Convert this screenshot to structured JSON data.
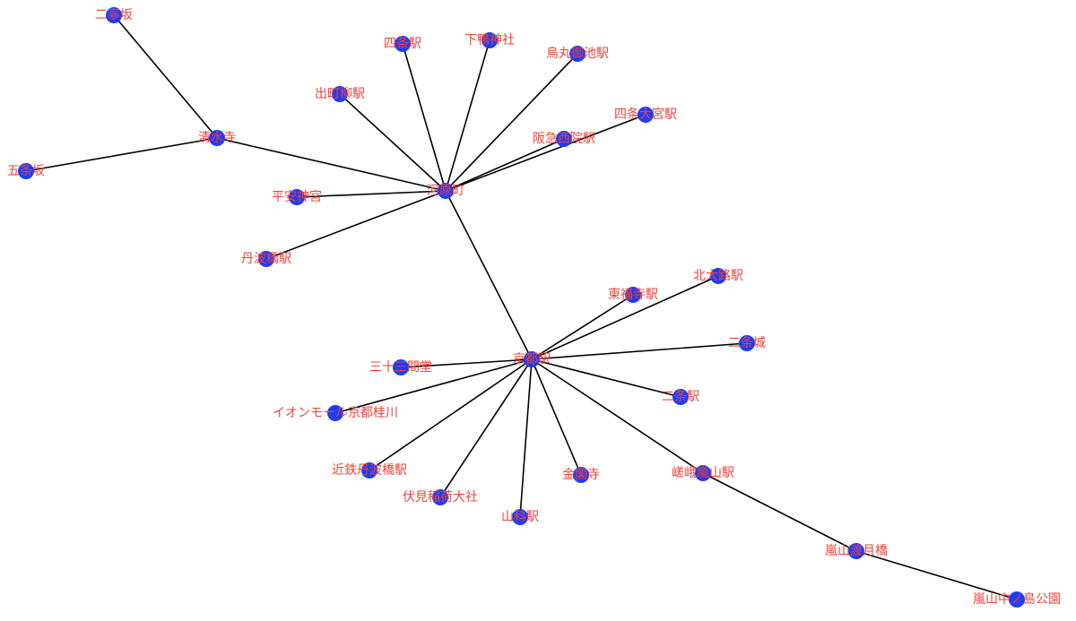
{
  "graph": {
    "colors": {
      "node": "#1f3df2",
      "edge": "#000000",
      "label": "#f0423a",
      "background": "#ffffff"
    },
    "nodes": [
      {
        "id": "ninenzaka",
        "label": "二寧坂"
      },
      {
        "id": "gojozaka",
        "label": "五条坂"
      },
      {
        "id": "kiyomizu",
        "label": "清水寺"
      },
      {
        "id": "shijo",
        "label": "四条駅"
      },
      {
        "id": "shimogamo",
        "label": "下鴨神社"
      },
      {
        "id": "karasuma_oike",
        "label": "烏丸御池駅"
      },
      {
        "id": "demachiyanagi",
        "label": "出町柳駅"
      },
      {
        "id": "shijo_omiya",
        "label": "四条大宮駅"
      },
      {
        "id": "hankyu_saiin",
        "label": "阪急西院駅"
      },
      {
        "id": "kawaramachi",
        "label": "河原町"
      },
      {
        "id": "heian",
        "label": "平安神宮"
      },
      {
        "id": "tambabashi",
        "label": "丹波橋駅"
      },
      {
        "id": "kitaoji",
        "label": "北大路駅"
      },
      {
        "id": "tofukuji",
        "label": "東福寺駅"
      },
      {
        "id": "nijojo",
        "label": "二条城"
      },
      {
        "id": "kyoto",
        "label": "京都駅"
      },
      {
        "id": "sanjusangendo",
        "label": "三十三間堂"
      },
      {
        "id": "nijo",
        "label": "二条駅"
      },
      {
        "id": "aeon",
        "label": "イオンモール京都桂川"
      },
      {
        "id": "kintetsu_tambabashi",
        "label": "近鉄丹波橋駅"
      },
      {
        "id": "kinkakuji",
        "label": "金閣寺"
      },
      {
        "id": "saga_arashiyama",
        "label": "嵯峨嵐山駅"
      },
      {
        "id": "fushimi_inari",
        "label": "伏見稲荷大社"
      },
      {
        "id": "yamashina",
        "label": "山科駅"
      },
      {
        "id": "togetsukyo",
        "label": "嵐山渡月橋"
      },
      {
        "id": "nakanoshima",
        "label": "嵐山中ノ島公園"
      }
    ],
    "edges": [
      [
        "ninenzaka",
        "kiyomizu"
      ],
      [
        "gojozaka",
        "kiyomizu"
      ],
      [
        "kiyomizu",
        "kawaramachi"
      ],
      [
        "shijo",
        "kawaramachi"
      ],
      [
        "shimogamo",
        "kawaramachi"
      ],
      [
        "karasuma_oike",
        "kawaramachi"
      ],
      [
        "demachiyanagi",
        "kawaramachi"
      ],
      [
        "shijo_omiya",
        "kawaramachi"
      ],
      [
        "hankyu_saiin",
        "kawaramachi"
      ],
      [
        "heian",
        "kawaramachi"
      ],
      [
        "tambabashi",
        "kawaramachi"
      ],
      [
        "kawaramachi",
        "kyoto"
      ],
      [
        "tofukuji",
        "kyoto"
      ],
      [
        "kitaoji",
        "kyoto"
      ],
      [
        "nijojo",
        "kyoto"
      ],
      [
        "sanjusangendo",
        "kyoto"
      ],
      [
        "nijo",
        "kyoto"
      ],
      [
        "aeon",
        "kyoto"
      ],
      [
        "kintetsu_tambabashi",
        "kyoto"
      ],
      [
        "fushimi_inari",
        "kyoto"
      ],
      [
        "yamashina",
        "kyoto"
      ],
      [
        "kinkakuji",
        "kyoto"
      ],
      [
        "saga_arashiyama",
        "kyoto"
      ],
      [
        "saga_arashiyama",
        "togetsukyo"
      ],
      [
        "togetsukyo",
        "nakanoshima"
      ]
    ]
  }
}
